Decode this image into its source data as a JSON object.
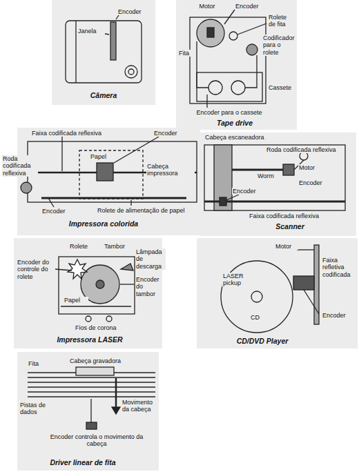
{
  "diagram": {
    "labels": [
      "Encoder",
      "Janela",
      "Câmera",
      "Motor",
      "Encoder",
      "Rolete de fita",
      "Fita",
      "Codificador para o rolete",
      "Cassete",
      "Encoder para o cassete",
      "Tape drive",
      "Faixa codificada reflexiva",
      "Encoder",
      "Papel",
      "Cabeça impressora",
      "Roda codificada reflexiva",
      "Encoder",
      "Rolete de alimentação de papel",
      "Impressora colorida",
      "Cabeça escaneadora",
      "Roda codificada reflexiva",
      "Worm",
      "Motor",
      "Encoder",
      "Encoder",
      "Faixa codificada reflexiva",
      "Scanner",
      "Rolete",
      "Tambor",
      "Lâmpada de descarga",
      "Encoder do controle do rolete",
      "Papel",
      "Encoder do tambor",
      "Fios de corona",
      "Impressora LASER",
      "Motor",
      "Faixa refletiva codificada",
      "LASER pickup",
      "Encoder",
      "CD",
      "CD/DVD Player",
      "Fita",
      "Cabeça gravadora",
      "Pistas de dados",
      "Movimento da cabeça",
      "Encoder controla o movimento da cabeça",
      "Driver linear de fita"
    ]
  }
}
